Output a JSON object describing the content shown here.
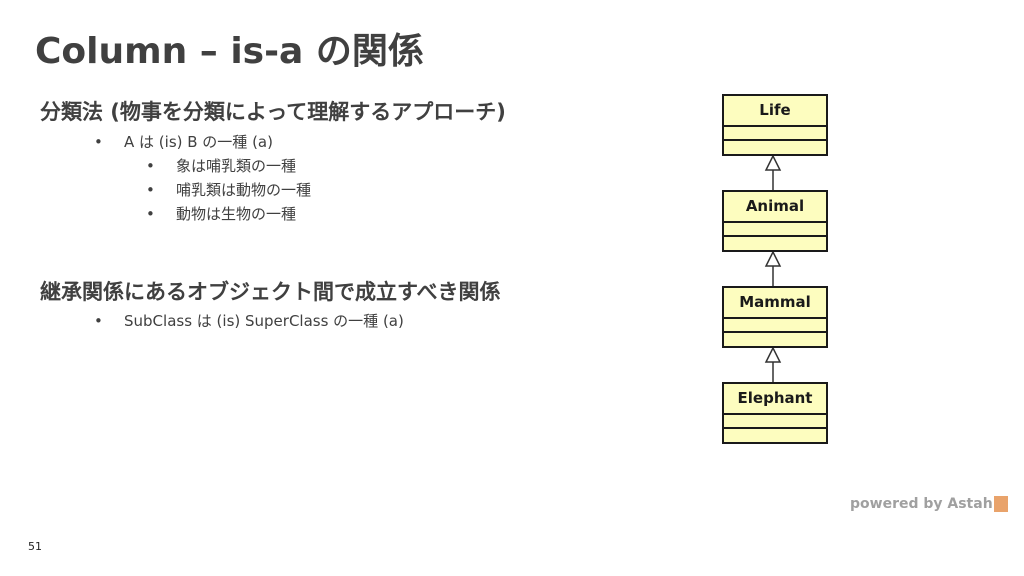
{
  "slide": {
    "title": "Column – is-a の関係",
    "page_number": "51"
  },
  "section1": {
    "heading": "分類法 (物事を分類によって理解するアプローチ)",
    "bullet": "A は (is) B の一種 (a)",
    "sub_bullets": [
      "象は哺乳類の一種",
      "哺乳類は動物の一種",
      "動物は生物の一種"
    ]
  },
  "section2": {
    "heading": "継承関係にあるオブジェクト間で成立すべき関係",
    "bullet": "SubClass は (is) SuperClass の一種 (a)"
  },
  "bullet_symbol": "•",
  "uml": {
    "classes": [
      "Life",
      "Animal",
      "Mammal",
      "Elephant"
    ],
    "fill_color": "#fdfdbf",
    "relation": "generalization"
  },
  "watermark": {
    "text": "powered by Astah"
  }
}
